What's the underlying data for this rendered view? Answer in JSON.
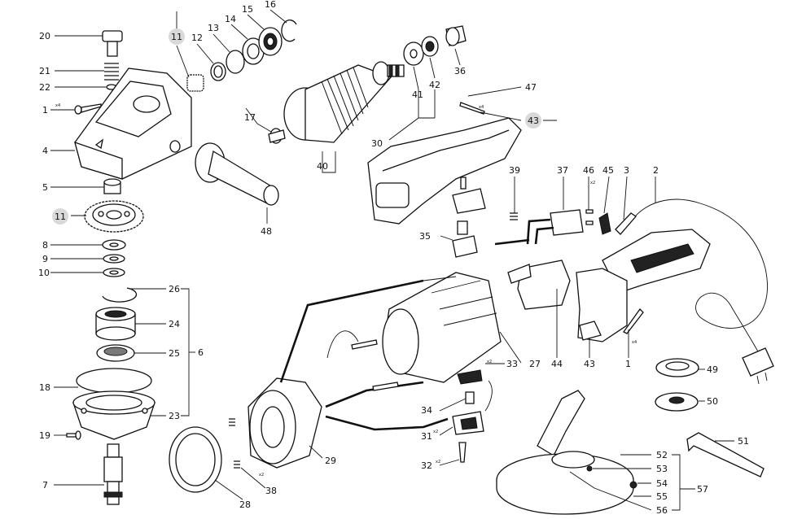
{
  "diagram": {
    "labels": {
      "l1a": "1",
      "l1b": "1",
      "l2": "2",
      "l3": "3",
      "l4": "4",
      "l5": "5",
      "l6": "6",
      "l7": "7",
      "l8": "8",
      "l9": "9",
      "l10": "10",
      "l11a": "11",
      "l11b": "11",
      "l12": "12",
      "l13": "13",
      "l14": "14",
      "l15": "15",
      "l16": "16",
      "l17": "17",
      "l18": "18",
      "l19": "19",
      "l20": "20",
      "l21": "21",
      "l22": "22",
      "l23": "23",
      "l24": "24",
      "l25": "25",
      "l26": "26",
      "l27": "27",
      "l28": "28",
      "l29": "29",
      "l30": "30",
      "l31": "31",
      "l32": "32",
      "l33": "33",
      "l34": "34",
      "l35": "35",
      "l36": "36",
      "l37": "37",
      "l38": "38",
      "l39": "39",
      "l40": "40",
      "l41": "41",
      "l42": "42",
      "l43a": "43",
      "l43b": "43",
      "l44": "44",
      "l45": "45",
      "l46": "46",
      "l47": "47",
      "l48": "48",
      "l49": "49",
      "l50": "50",
      "l51": "51",
      "l52": "52",
      "l53": "53",
      "l54": "54",
      "l55": "55",
      "l56": "56",
      "l57": "57"
    },
    "qty": {
      "x2": "x2",
      "x4": "x4"
    },
    "highlighted_labels": [
      "11",
      "11",
      "43"
    ]
  }
}
